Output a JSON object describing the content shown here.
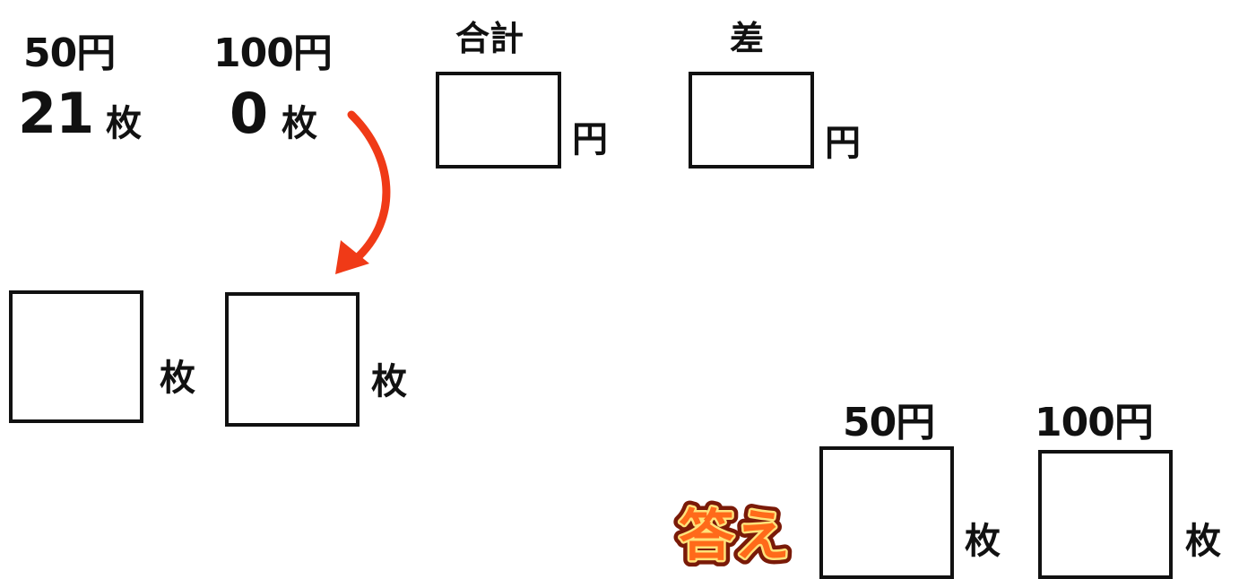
{
  "top": {
    "coin50_label": "50円",
    "coin50_count": "21",
    "coin100_label": "100円",
    "coin100_count": "0",
    "count_unit": "枚",
    "sum_label": "合計",
    "diff_label": "差",
    "yen_unit": "円"
  },
  "middle": {
    "count_unit": "枚"
  },
  "answer": {
    "badge_text": "答え",
    "coin50_label": "50円",
    "coin100_label": "100円",
    "count_unit": "枚"
  },
  "colors": {
    "arrow": "#f03a17",
    "badge_fill": "#ff6a1a",
    "badge_outline": "#7a1a08"
  }
}
